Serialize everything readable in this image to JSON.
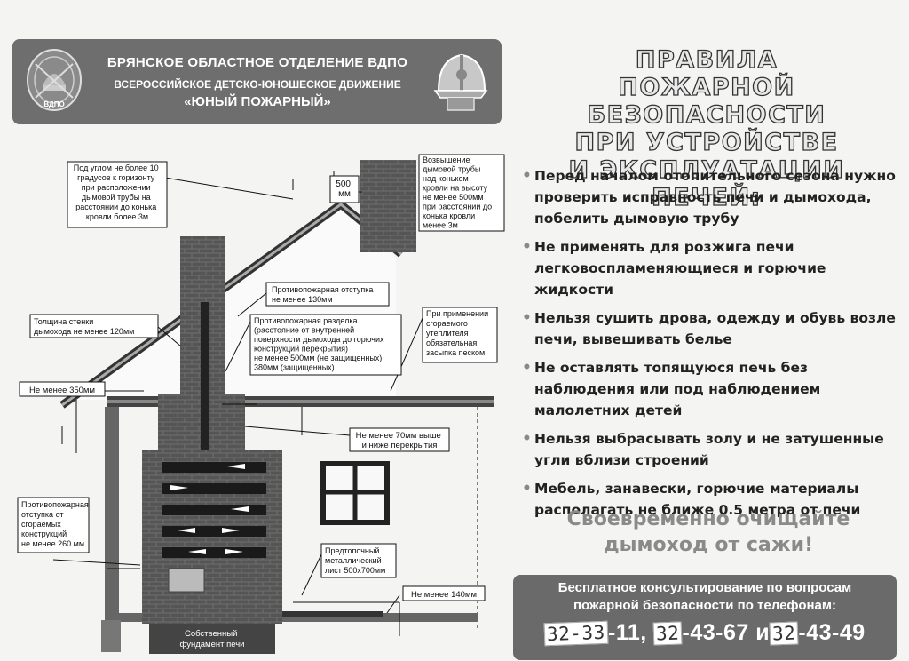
{
  "header": {
    "line1": "БРЯНСКОЕ ОБЛАСТНОЕ ОТДЕЛЕНИЕ ВДПО",
    "line2": "ВСЕРОССИЙСКОЕ ДЕТСКО-ЮНОШЕСКОЕ ДВИЖЕНИЕ",
    "line3": "«ЮНЫЙ ПОЖАРНЫЙ»",
    "emblem_text": "ВДПО"
  },
  "title": {
    "line1": "ПРАВИЛА",
    "line2": "ПОЖАРНОЙ БЕЗОПАСНОСТИ",
    "line3": "ПРИ УСТРОЙСТВЕ",
    "line4": "И ЭКСПЛУАТАЦИИ ПЕЧЕЙ:"
  },
  "rules": [
    "Перед началом отопительного сезона нужно проверить исправность печи и дымохода, побелить дымовую трубу",
    "Не применять для розжига печи легковоспламеняющиеся и горючие жидкости",
    "Нельзя сушить дрова, одежду и обувь возле печи, вывешивать белье",
    "Не оставлять топящуюся печь без наблюдения или под наблюдением малолетних детей",
    "Нельзя выбрасывать золу и не затушенные угли вблизи строений",
    "Мебель, занавески, горючие материалы располагать не ближе 0.5 метра от печи"
  ],
  "slogan": {
    "line1": "Своевременно очищайте",
    "line2": "дымоход от сажи!"
  },
  "contact": {
    "line1": "Бесплатное консультирование по вопросам",
    "line2": "пожарной безопасности по телефонам:",
    "phone1_hand": "32-33",
    "phone1_rest": "-11,",
    "phone2_hand": "32",
    "phone2_rest": "-43-67 и",
    "phone3_hand": "32",
    "phone3_rest": "-43-49"
  },
  "diagram": {
    "angle": [
      "Под углом не более 10",
      "градусов к горизонту",
      "при расположении",
      "дымовой трубы на",
      "расстоянии до конька",
      "кровли более 3м"
    ],
    "mm500": [
      "500",
      "мм"
    ],
    "rise": [
      "Возвышение",
      "дымовой трубы",
      "над коньком",
      "кровли на высоту",
      "не менее 500мм",
      "при расстоянии до",
      "конька кровли",
      "менее 3м"
    ],
    "fire_gap": [
      "Противопожарная отступка",
      "не менее 130мм"
    ],
    "wall": [
      "Толщина стенки",
      "дымохода не менее 120мм"
    ],
    "cut": [
      "Противопожарная разделка",
      "(расстояние от внутренней",
      "поверхности дымохода до горючих",
      "конструкций перекрытия)",
      "не менее 500мм (не защищенных),",
      "380мм (защищенных)"
    ],
    "insulation": [
      "При применении",
      "сгораемого",
      "утеплителя",
      "обязательная",
      "засыпка песком"
    ],
    "min350": "Не менее 350мм",
    "min70": [
      "Не менее 70мм выше",
      "и ниже перекрытия"
    ],
    "side_gap": [
      "Противопожарная",
      "отступка от",
      "сгораемых",
      "конструкций",
      "не менее 260 мм"
    ],
    "sheet": [
      "Предтопочный",
      "металлический",
      "лист 500х700мм"
    ],
    "min140": "Не менее 140мм",
    "foundation": [
      "Собственный",
      "фундамент печи"
    ]
  },
  "colors": {
    "banner": "#6e6e6e",
    "slogan": "#8a8a8a",
    "contact_bg": "#6a6a6a"
  }
}
